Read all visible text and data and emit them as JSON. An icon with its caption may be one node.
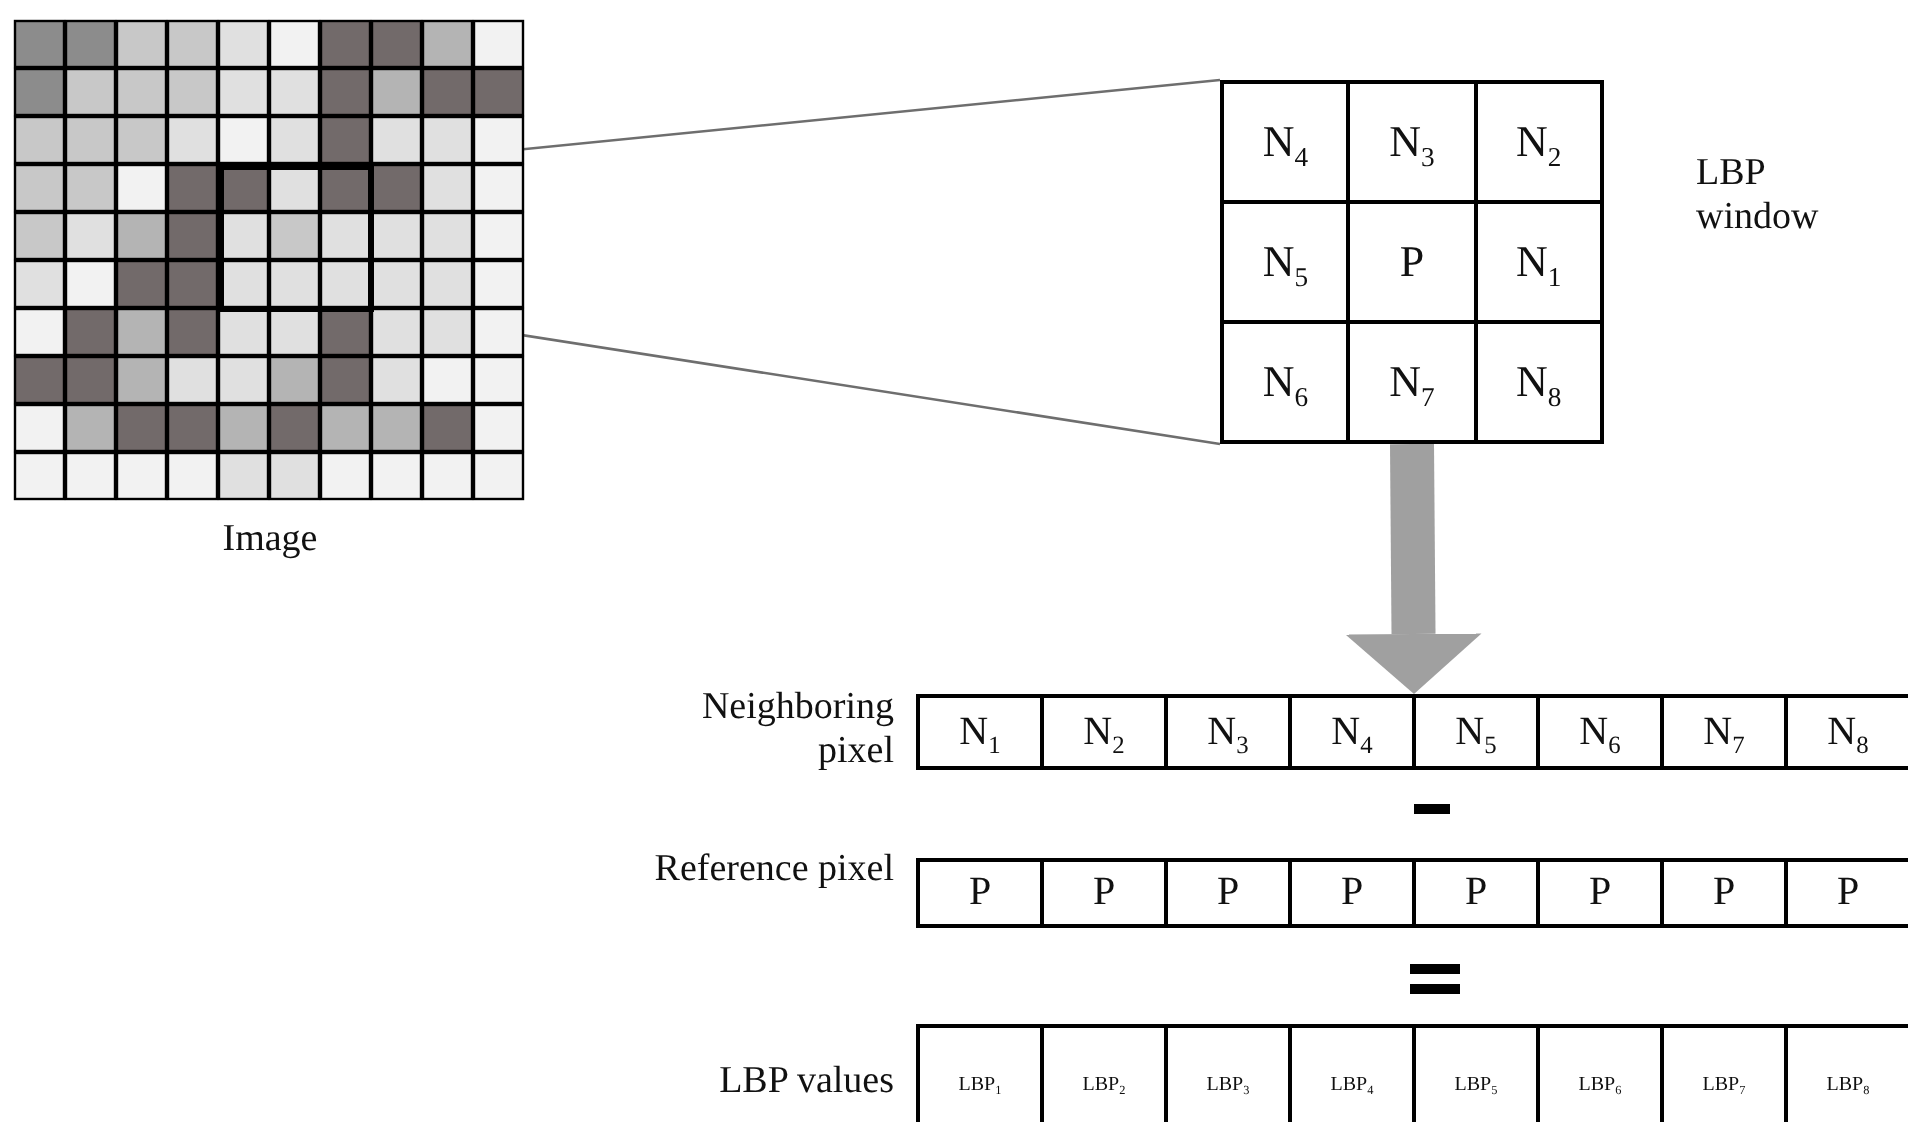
{
  "diagram": {
    "nodes": [
      {
        "text": [],
        "shape": "picture",
        "beside": [
          "Image"
        ]
      },
      {
        "text": [],
        "shape": "box",
        "in": 0
      },
      {
        "text": [],
        "shape": "box",
        "beside": [
          "LBP window"
        ]
      },
      {
        "text": [
          "N$_{4}$"
        ],
        "in": 2
      },
      {
        "text": [
          "N$_{3}$"
        ],
        "in": 2
      },
      {
        "text": [
          "N$_{2}$"
        ],
        "in": 2
      },
      {
        "text": [
          "N$_{5}$"
        ],
        "in": 2
      },
      {
        "text": [
          "P"
        ],
        "in": 2
      },
      {
        "text": [
          "N$_{1}$"
        ],
        "in": 2
      },
      {
        "text": [
          "N$_{6}$"
        ],
        "in": 2
      },
      {
        "text": [
          "N$_{7}$"
        ],
        "in": 2
      },
      {
        "text": [
          "N$_{8}$"
        ],
        "in": 2
      },
      {
        "text": [],
        "shape": "box",
        "beside": [
          "Neighboring pixel"
        ]
      },
      {
        "text": [
          "N$_{1}$"
        ],
        "in": 12
      },
      {
        "text": [
          "N$_{2}$"
        ],
        "in": 12
      },
      {
        "text": [
          "N$_{3}$"
        ],
        "in": 12
      },
      {
        "text": [
          "N$_{4}$"
        ],
        "in": 12
      },
      {
        "text": [
          "N$_{5}$"
        ],
        "in": 12
      },
      {
        "text": [
          "N$_{6}$"
        ],
        "in": 12
      },
      {
        "text": [
          "N$_{7}$"
        ],
        "in": 12
      },
      {
        "text": [
          "N$_{8}$"
        ],
        "in": 12
      },
      {
        "text": [],
        "shape": "box",
        "beside": [
          "Reference pixel"
        ]
      },
      {
        "text": [
          "P"
        ],
        "in": 21
      },
      {
        "text": [
          "P"
        ],
        "in": 21
      },
      {
        "text": [
          "P"
        ],
        "in": 21
      },
      {
        "text": [
          "P"
        ],
        "in": 21
      },
      {
        "text": [
          "P"
        ],
        "in": 21
      },
      {
        "text": [
          "P"
        ],
        "in": 21
      },
      {
        "text": [
          "P"
        ],
        "in": 21
      },
      {
        "text": [
          "P"
        ],
        "in": 21
      },
      {
        "text": [],
        "shape": "box",
        "beside": [
          "LBP values"
        ]
      },
      {
        "text": [
          "LBP$_{1}$"
        ],
        "in": 30
      },
      {
        "text": [
          "LBP$_{2}$"
        ],
        "in": 30
      },
      {
        "text": [
          "LBP$_{3}$"
        ],
        "in": 30
      },
      {
        "text": [
          "LBP$_{4}$"
        ],
        "in": 30
      },
      {
        "text": [
          "LBP$_{5}$"
        ],
        "in": 30
      },
      {
        "text": [
          "LBP$_{6}$"
        ],
        "in": 30
      },
      {
        "text": [
          "LBP$_{7}$"
        ],
        "in": 30
      },
      {
        "text": [
          "LBP$_{8}$"
        ],
        "in": 30
      }
    ],
    "edges": [
      {
        "from": 1,
        "to": 2,
        "arrow": "none"
      },
      {
        "from": 1,
        "to": 2,
        "arrow": "none"
      },
      {
        "from": 2,
        "to": 12,
        "arrow": "to",
        "style": "thick",
        "color": "#a0a0a0"
      }
    ]
  }
}
